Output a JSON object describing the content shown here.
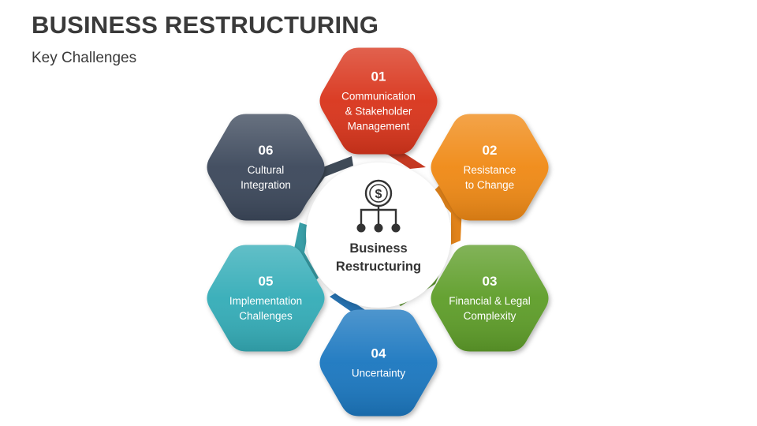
{
  "header": {
    "title": "BUSINESS RESTRUCTURING",
    "subtitle": "Key Challenges"
  },
  "center": {
    "icon": "dollar-network-icon",
    "line1": "Business",
    "line2": "Restructuring"
  },
  "items": [
    {
      "number": "01",
      "lines": [
        "Communication",
        "& Stakeholder",
        "Management"
      ],
      "color": "#d9361c"
    },
    {
      "number": "02",
      "lines": [
        "Resistance",
        "to Change"
      ],
      "color": "#f08a12"
    },
    {
      "number": "03",
      "lines": [
        "Financial & Legal",
        "Complexity"
      ],
      "color": "#5f9e2c"
    },
    {
      "number": "04",
      "lines": [
        "Uncertainty"
      ],
      "color": "#1f78c0"
    },
    {
      "number": "05",
      "lines": [
        "Implementation",
        "Challenges"
      ],
      "color": "#35adb8"
    },
    {
      "number": "06",
      "lines": [
        "Cultural",
        "Integration"
      ],
      "color": "#3d4a5c"
    }
  ]
}
